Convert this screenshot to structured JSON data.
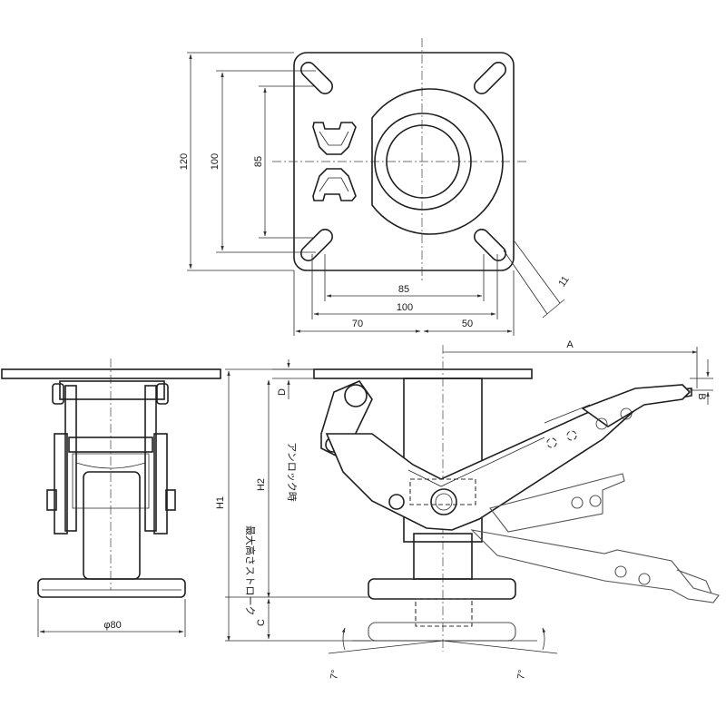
{
  "top_view": {
    "dim_120": "120",
    "dim_100_vertical": "100",
    "dim_85_vertical": "85",
    "dim_85_horizontal": "85",
    "dim_100_horizontal": "100",
    "dim_70": "70",
    "dim_50": "50",
    "dim_11": "11"
  },
  "front_view": {
    "dim_phi80": "φ80"
  },
  "side_view": {
    "label_A": "A",
    "label_B": "B",
    "label_C": "C",
    "label_D": "D",
    "label_H1": "H1",
    "label_H2": "H2",
    "label_max_height": "最大高さ",
    "label_unlock": "アンロック時",
    "label_stroke": "ストローク",
    "label_angle_left": "7°",
    "label_angle_right": "7°"
  }
}
